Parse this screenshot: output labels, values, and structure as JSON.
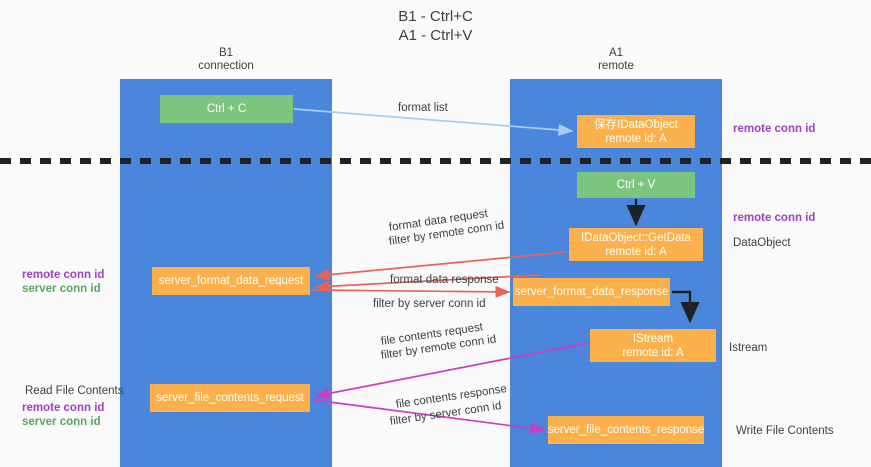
{
  "title": {
    "line1": "B1 - Ctrl+C",
    "line2": "A1 - Ctrl+V"
  },
  "lanes": [
    {
      "id": "b1",
      "title": "B1",
      "subtitle": "connection",
      "color": "#4a86db"
    },
    {
      "id": "a1",
      "title": "A1",
      "subtitle": "remote",
      "color": "#4a86db"
    }
  ],
  "colors": {
    "lane": "#4a86db",
    "green_box": "#7cc57f",
    "orange_box": "#fbb04c",
    "purple_text": "#a23fc0",
    "green_text": "#56a85c",
    "dark_text": "#3c4043",
    "arrow_blue": "#a7cdf0",
    "arrow_red": "#e8645a",
    "arrow_magenta": "#cc3ec0",
    "arrow_black": "#202124",
    "divider": "#202124"
  },
  "nodes": {
    "ctrl_c": {
      "label": "Ctrl + C"
    },
    "save_idataobject": {
      "line1": "保存IDataObject",
      "line2": "remote id: A"
    },
    "ctrl_v": {
      "label": "Ctrl + V"
    },
    "getdata": {
      "line1": "IDataObject::GetData",
      "line2": "remote id: A"
    },
    "server_format_data_request": {
      "label": "server_format_data_request"
    },
    "server_format_data_response": {
      "label": "server_format_data_response"
    },
    "istream": {
      "line1": "IStream",
      "line2": "remote id: A"
    },
    "server_file_contents_request": {
      "label": "server_file_contents_request"
    },
    "server_file_contents_response": {
      "label": "server_file_contents_response"
    }
  },
  "edge_labels": {
    "format_list": "format list",
    "format_data_request": "format data request",
    "format_data_request_filter_prefix": "filter by ",
    "format_data_request_filter_key": "remote conn id",
    "format_data_response": "format data response",
    "format_data_response_filter_prefix": "filter by ",
    "format_data_response_filter_key": "server conn id",
    "file_contents_request": "file contents request",
    "file_contents_request_filter_prefix": "filter by ",
    "file_contents_request_filter_key": "remote conn id",
    "file_contents_response": "file contents response",
    "file_contents_response_filter_prefix": "filter by ",
    "file_contents_response_filter_key": "server conn id"
  },
  "annotations": {
    "right_top_remote_conn_id": "remote conn id",
    "right_mid_remote_conn_id": "remote conn id",
    "right_dataobject": "DataObject",
    "right_istream": "Istream",
    "right_write_file_contents": "Write File Contents",
    "left_remote_conn_id": "remote conn id",
    "left_server_conn_id": "server conn id",
    "left_read_file_contents": "Read File Contents",
    "left_bottom_remote_conn_id": "remote conn id",
    "left_bottom_server_conn_id": "server conn id"
  }
}
